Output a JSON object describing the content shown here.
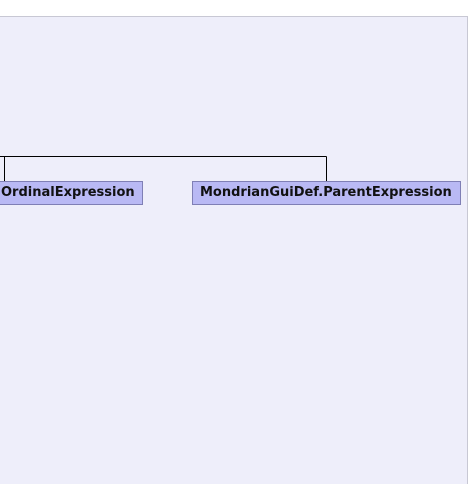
{
  "diagram": {
    "nodes": [
      {
        "id": "ordinal",
        "label": "OrdinalExpression"
      },
      {
        "id": "parent",
        "label": "MondrianGuiDef.ParentExpression"
      }
    ],
    "colors": {
      "canvas_bg": "#eeeefa",
      "node_fill": "#b9b9f4",
      "node_border": "#7f7fb5",
      "connector": "#000000"
    }
  }
}
